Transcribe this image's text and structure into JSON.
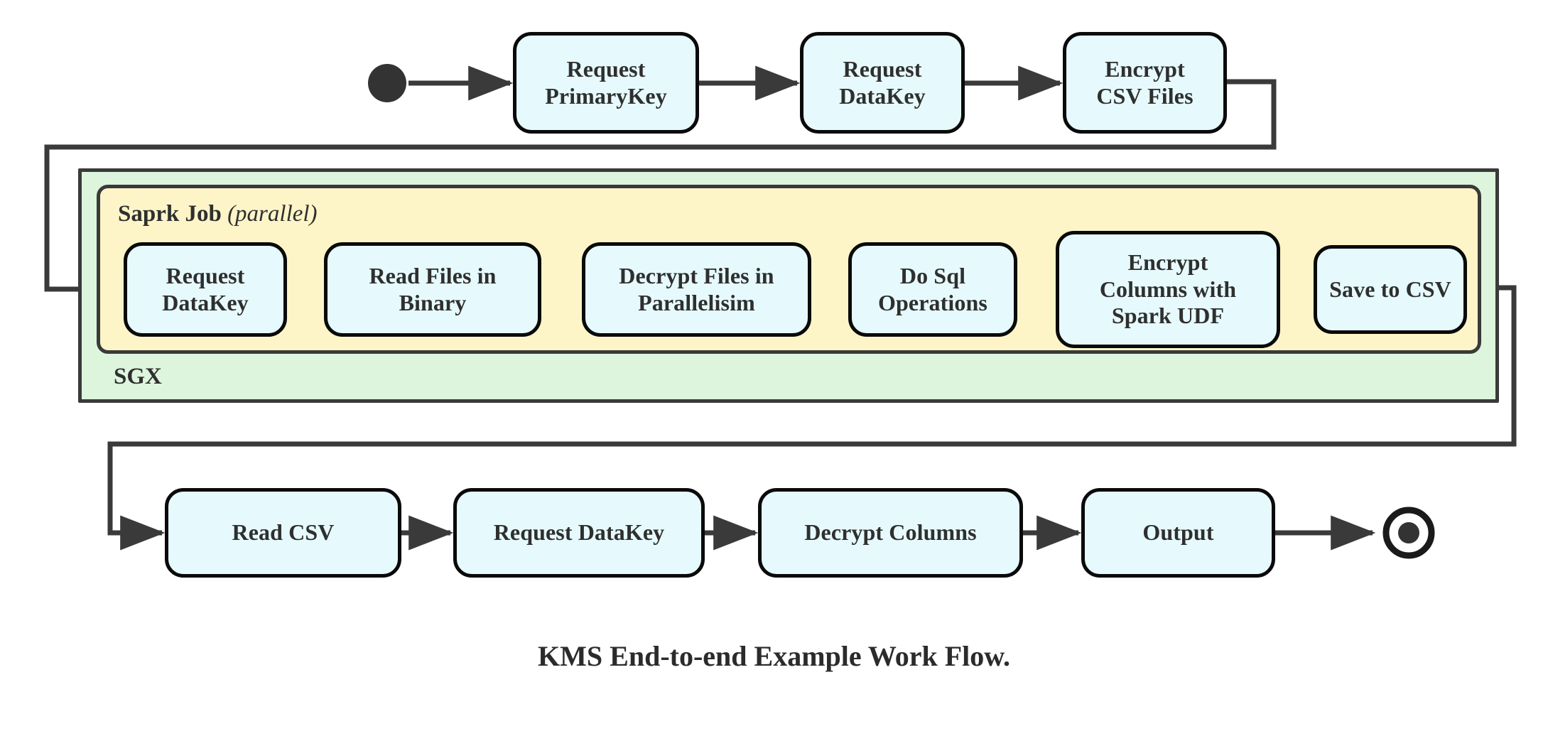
{
  "diagram": {
    "caption": "KMS End-to-end Example Work Flow.",
    "colors": {
      "node_fill": "#e6fafd",
      "node_stroke": "#0a0a0a",
      "enclave_fill": "#ddf5dd",
      "job_fill": "#fdf5c8",
      "container_stroke": "#3a3a3a",
      "wire": "#3a3a3a",
      "text": "#2f2f2f"
    },
    "start_node": {
      "name": "start-node",
      "shape": "filled-circle"
    },
    "end_node": {
      "name": "end-node",
      "shape": "ring-with-filled-center"
    },
    "containers": {
      "enclave": {
        "label": "SGX",
        "label_position": "bottom-left"
      },
      "job": {
        "label_bold": "Saprk Job",
        "label_italic": "(parallel)",
        "label_position": "top-left"
      }
    },
    "rows": [
      {
        "id": "row-top",
        "nodes": [
          {
            "id": "request-primarykey",
            "label": "Request\nPrimaryKey"
          },
          {
            "id": "request-datakey-top",
            "label": "Request\nDataKey"
          },
          {
            "id": "encrypt-csv-files",
            "label": "Encrypt\nCSV Files"
          }
        ]
      },
      {
        "id": "row-spark-job",
        "nodes": [
          {
            "id": "request-datakey-job",
            "label": "Request\nDataKey"
          },
          {
            "id": "read-files-in-binary",
            "label": "Read Files in\nBinary"
          },
          {
            "id": "decrypt-files-in-parallelisim",
            "label": "Decrypt Files in\nParallelisim"
          },
          {
            "id": "do-sql-operations",
            "label": "Do Sql\nOperations"
          },
          {
            "id": "encrypt-columns-with-spark-udf",
            "label": "Encrypt\nColumns with\nSpark UDF"
          },
          {
            "id": "save-to-csv",
            "label": "Save to CSV"
          }
        ]
      },
      {
        "id": "row-bottom",
        "nodes": [
          {
            "id": "read-csv",
            "label": "Read CSV"
          },
          {
            "id": "request-datakey-out",
            "label": "Request DataKey"
          },
          {
            "id": "decrypt-columns",
            "label": "Decrypt Columns"
          },
          {
            "id": "output",
            "label": "Output"
          }
        ]
      }
    ]
  }
}
